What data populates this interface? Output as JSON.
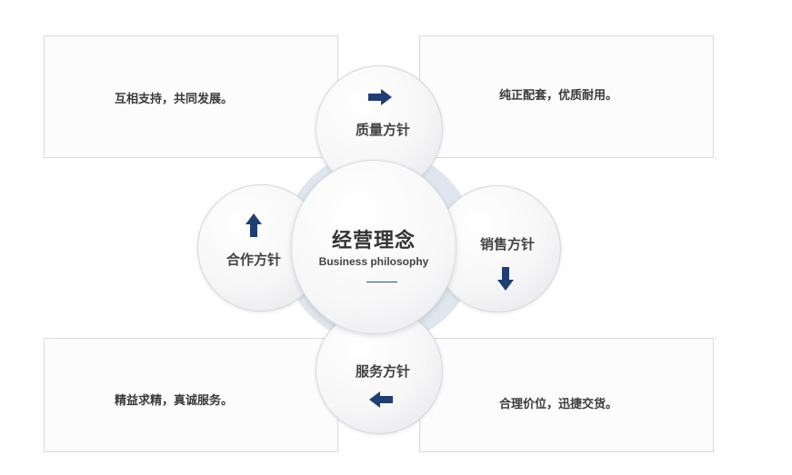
{
  "colors": {
    "accent_arrow": "#1f3f72",
    "ring": "#dfe6ee",
    "box_border": "#d6d9e0"
  },
  "center": {
    "title": "经营理念",
    "subtitle": "Business philosophy"
  },
  "nodes": {
    "top": {
      "label": "质量方针",
      "icon": "arrow-right-icon"
    },
    "left": {
      "label": "合作方针",
      "icon": "arrow-up-icon"
    },
    "right": {
      "label": "销售方针",
      "icon": "arrow-down-icon"
    },
    "bottom": {
      "label": "服务方针",
      "icon": "arrow-left-icon"
    }
  },
  "boxes": {
    "top_left": "互相支持，共同发展。",
    "top_right": "纯正配套，优质耐用。",
    "bottom_left": "精益求精，真诚服务。",
    "bottom_right": "合理价位，迅捷交货。"
  }
}
